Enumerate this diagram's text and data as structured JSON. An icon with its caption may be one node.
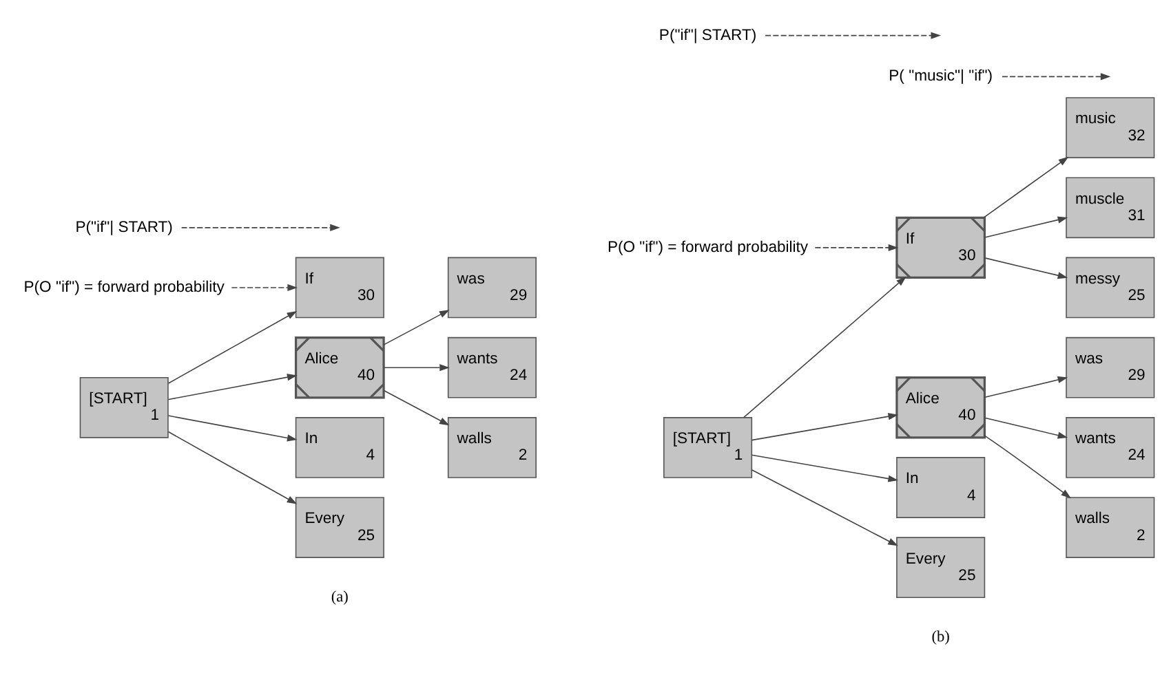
{
  "diagram": {
    "nodes": [
      {
        "text": [
          "P(O \"if\") = forward probability"
        ]
      },
      {
        "text": [
          "P(\"if\"| START)"
        ]
      },
      {
        "text": [
          "[START]",
          "1"
        ]
      },
      {
        "text": [
          "If",
          "30"
        ]
      },
      {
        "text": [
          "Alice",
          "40"
        ]
      },
      {
        "text": [
          "In",
          "4"
        ]
      },
      {
        "text": [
          "Every",
          "25"
        ]
      },
      {
        "text": [
          "was",
          "29"
        ]
      },
      {
        "text": [
          "wants",
          "24"
        ]
      },
      {
        "text": [
          "walls",
          "2"
        ]
      },
      {
        "text": [
          "P( \"music\"| \"if\")"
        ]
      },
      {
        "text": [
          "P(O \"if\") = forward probability"
        ]
      },
      {
        "text": [
          "P(\"if\"| START)"
        ]
      },
      {
        "text": [
          "[START]",
          "1"
        ]
      },
      {
        "text": [
          "If",
          "30"
        ]
      },
      {
        "text": [
          "Alice",
          "40"
        ]
      },
      {
        "text": [
          "In",
          "4"
        ]
      },
      {
        "text": [
          "Every",
          "25"
        ]
      },
      {
        "text": [
          "music",
          "32"
        ]
      },
      {
        "text": [
          "muscle",
          "31"
        ]
      },
      {
        "text": [
          "messy",
          "25"
        ]
      },
      {
        "text": [
          "was",
          "29"
        ]
      },
      {
        "text": [
          "wants",
          "24"
        ]
      },
      {
        "text": [
          "walls",
          "2"
        ]
      }
    ],
    "edges": [
      {
        "from": 0,
        "to": 3,
        "arrow": "to",
        "style": "dashed"
      },
      {
        "from": 1,
        "to": null,
        "arrow": "to",
        "style": "dashed"
      },
      {
        "from": 2,
        "to": 3,
        "arrow": "to"
      },
      {
        "from": 2,
        "to": 4,
        "arrow": "to"
      },
      {
        "from": 2,
        "to": 5,
        "arrow": "to"
      },
      {
        "from": 2,
        "to": 6,
        "arrow": "to"
      },
      {
        "from": 4,
        "to": 7,
        "arrow": "to"
      },
      {
        "from": 4,
        "to": 8,
        "arrow": "to"
      },
      {
        "from": 4,
        "to": 9,
        "arrow": "to"
      },
      {
        "from": 10,
        "to": null,
        "arrow": "to",
        "style": "dashed"
      },
      {
        "from": 11,
        "to": 14,
        "arrow": "to",
        "style": "dashed"
      },
      {
        "from": 12,
        "to": null,
        "arrow": "to",
        "style": "dashed"
      },
      {
        "from": 13,
        "to": 14,
        "arrow": "to"
      },
      {
        "from": 13,
        "to": 15,
        "arrow": "to"
      },
      {
        "from": 13,
        "to": 16,
        "arrow": "to"
      },
      {
        "from": 13,
        "to": 17,
        "arrow": "to"
      },
      {
        "from": 14,
        "to": 18,
        "arrow": "to"
      },
      {
        "from": 14,
        "to": 19,
        "arrow": "to"
      },
      {
        "from": 14,
        "to": 20,
        "arrow": "to"
      },
      {
        "from": 15,
        "to": 21,
        "arrow": "to"
      },
      {
        "from": 15,
        "to": 22,
        "arrow": "to"
      },
      {
        "from": 15,
        "to": 23,
        "arrow": "to"
      }
    ],
    "labels": [
      "(a)",
      "(b)"
    ]
  }
}
